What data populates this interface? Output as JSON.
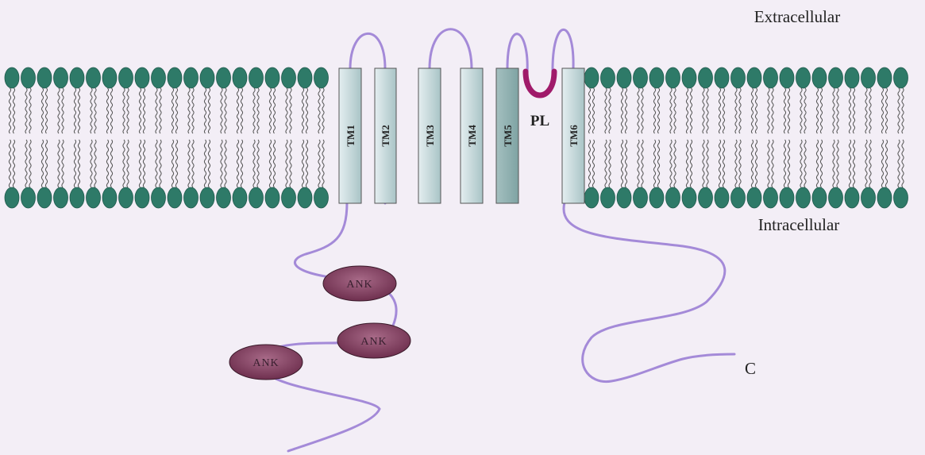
{
  "labels": {
    "extracellular": "Extracellular",
    "intracellular": "Intracellular",
    "pore_loop": "PL",
    "c_terminus": "C"
  },
  "helices": [
    "TM1",
    "TM2",
    "TM3",
    "TM4",
    "TM5",
    "TM6"
  ],
  "ankyrin_repeats": [
    "ANK",
    "ANK",
    "ANK"
  ],
  "colors": {
    "background": "#f3eef6",
    "lipid_head": "#2e7a68",
    "lipid_tail": "#555555",
    "helix_light": "#cfe0e2",
    "helix_dark": "#9fbcbc",
    "chain": "#a48ad8",
    "pore_loop": "#a01a6a",
    "ank_fill": "#8a4a68"
  }
}
